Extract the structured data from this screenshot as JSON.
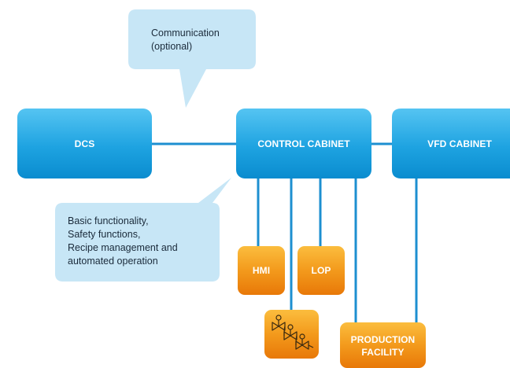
{
  "callouts": {
    "communication": [
      "Communication",
      "(optional)"
    ],
    "basic": [
      "Basic functionality,",
      "Safety functions,",
      "Recipe management and",
      "automated operation"
    ]
  },
  "blocks": {
    "dcs": "DCS",
    "control_cabinet": "CONTROL CABINET",
    "vfd_cabinet": "VFD CABINET"
  },
  "devices": {
    "hmi": "HMI",
    "lop": "LOP",
    "production_facility": [
      "PRODUCTION",
      "FACILITY"
    ],
    "valves_icon": "valve-assembly-icon"
  },
  "colors": {
    "blue_block_top": "#4fc1f0",
    "blue_block_bottom": "#0a8fd2",
    "connector": "#1d8fd0",
    "orange_top": "#f9b233",
    "orange_bottom": "#ea7c0a",
    "callout_fill": "#c7e6f6"
  }
}
